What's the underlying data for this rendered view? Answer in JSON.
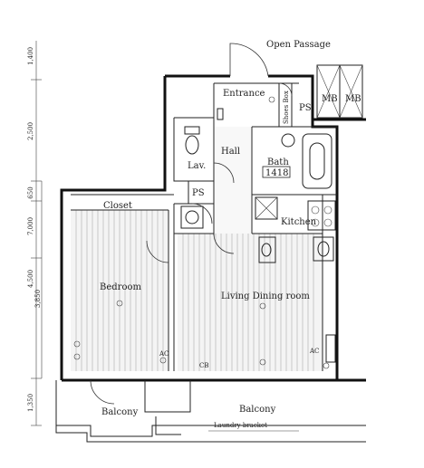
{
  "plan": {
    "labels": {
      "open_passage": "Open Passage",
      "entrance": "Entrance",
      "mb_left": "MB",
      "mb_right": "MB",
      "shoes_box": "Shoes Box",
      "ps_top": "PS",
      "hall": "Hall",
      "lav": "Lav.",
      "bath": "Bath",
      "bath_size": "1418",
      "ps_mid": "PS",
      "closet": "Closet",
      "kitchen": "Kitchen",
      "bedroom": "Bedroom",
      "living": "Living Dining room",
      "balcony_left": "Balcony",
      "balcony_right": "Balcony",
      "laundry": "Laundry bracket",
      "cb": "CB",
      "ac_left": "AC",
      "ac_right": "AC"
    },
    "dimensions": [
      "1,400",
      "2,500",
      "650",
      "7,000",
      "4,500",
      "3,850",
      "1,350"
    ]
  }
}
